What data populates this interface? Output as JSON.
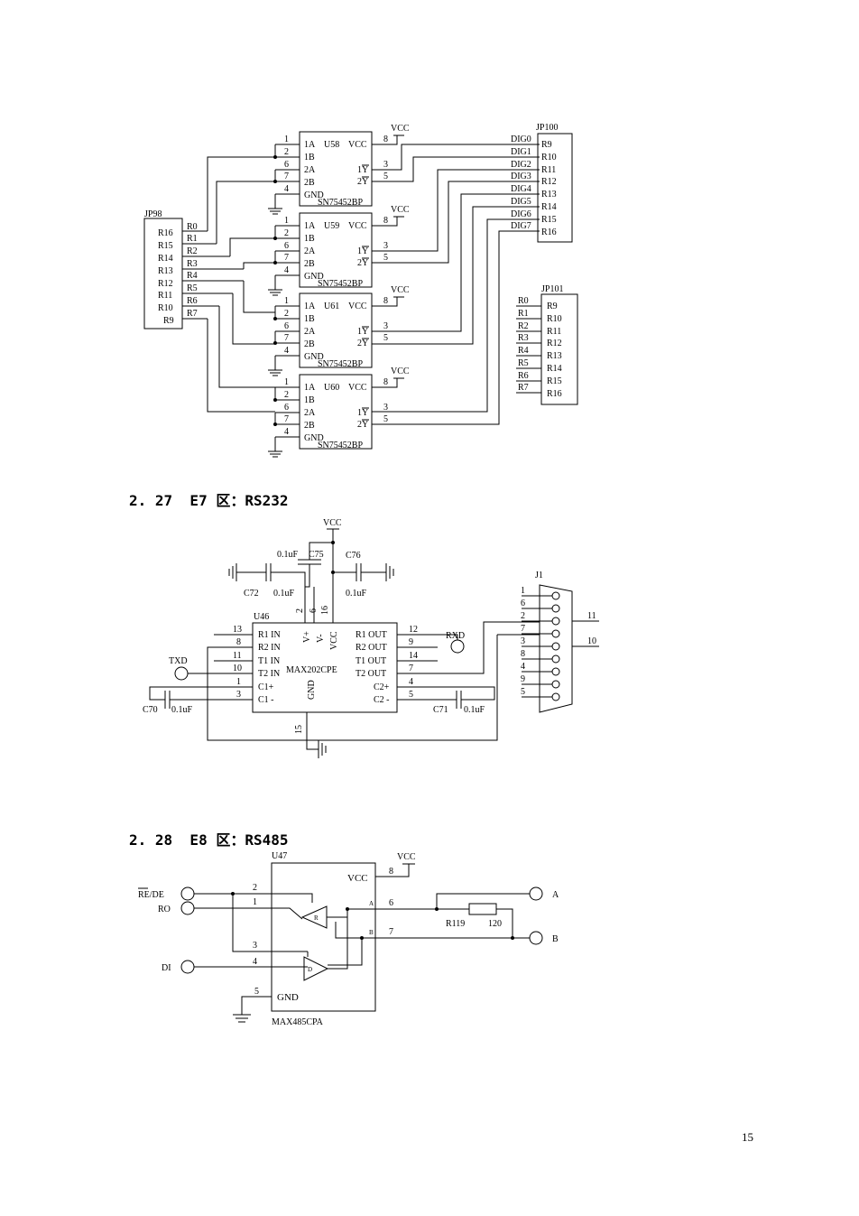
{
  "page_number": "15",
  "headings": {
    "e7": "2. 27  E7 区：RS232",
    "e8": "2. 28  E8 区：RS485"
  },
  "fig1": {
    "vcc": "VCC",
    "gnd": "GND",
    "part_type": "SN75452BP",
    "chips": [
      {
        "ref": "U58"
      },
      {
        "ref": "U59"
      },
      {
        "ref": "U61"
      },
      {
        "ref": "U60"
      }
    ],
    "pin_labels_left": [
      "1A",
      "1B",
      "2A",
      "2B"
    ],
    "pin_labels_right": [
      "1Y",
      "2Y"
    ],
    "pin_numbers": {
      "p1": "1",
      "p2": "2",
      "p6": "6",
      "p7": "7",
      "p4": "4",
      "p8": "8",
      "p3": "3",
      "p5": "5"
    },
    "jp98": {
      "ref": "JP98",
      "pins": [
        "R16",
        "R15",
        "R14",
        "R13",
        "R12",
        "R11",
        "R10",
        "R9"
      ],
      "nets": [
        "R0",
        "R1",
        "R2",
        "R3",
        "R4",
        "R5",
        "R6",
        "R7"
      ]
    },
    "jp100": {
      "ref": "JP100",
      "nets": [
        "DIG0",
        "DIG1",
        "DIG2",
        "DIG3",
        "DIG4",
        "DIG5",
        "DIG6",
        "DIG7"
      ],
      "pins": [
        "R9",
        "R10",
        "R11",
        "R12",
        "R13",
        "R14",
        "R15",
        "R16"
      ]
    },
    "jp101": {
      "ref": "JP101",
      "nets": [
        "R0",
        "R1",
        "R2",
        "R3",
        "R4",
        "R5",
        "R6",
        "R7"
      ],
      "pins": [
        "R9",
        "R10",
        "R11",
        "R12",
        "R13",
        "R14",
        "R15",
        "R16"
      ]
    }
  },
  "fig2": {
    "vcc": "VCC",
    "cap_value": "0.1uF",
    "caps": {
      "c75": "C75",
      "c76": "C76",
      "c72": "C72",
      "c70": "C70",
      "c71": "C71"
    },
    "chip_ref": "U46",
    "chip_part": "MAX202CPE",
    "left_pins": [
      {
        "num": "13",
        "label": "R1 IN"
      },
      {
        "num": "8",
        "label": "R2 IN"
      },
      {
        "num": "11",
        "label": "T1 IN"
      },
      {
        "num": "10",
        "label": "T2 IN"
      },
      {
        "num": "1",
        "label": "C1+"
      },
      {
        "num": "3",
        "label": "C1 -"
      }
    ],
    "right_pins": [
      {
        "num": "12",
        "label": "R1 OUT"
      },
      {
        "num": "9",
        "label": "R2 OUT"
      },
      {
        "num": "14",
        "label": "T1 OUT"
      },
      {
        "num": "7",
        "label": "T2 OUT"
      },
      {
        "num": "4",
        "label": "C2+"
      },
      {
        "num": "5",
        "label": "C2 -"
      }
    ],
    "top_pins": [
      {
        "num": "2",
        "label": "V+"
      },
      {
        "num": "6",
        "label": "V-"
      },
      {
        "num": "16",
        "label": "VCC"
      }
    ],
    "gnd_pin": {
      "num": "15",
      "label": "GND"
    },
    "txd": "TXD",
    "rxd": "RXD",
    "connector": {
      "ref": "J1",
      "pins": [
        "1",
        "6",
        "2",
        "7",
        "3",
        "8",
        "4",
        "9",
        "5"
      ],
      "shell_pins": [
        "11",
        "10"
      ]
    }
  },
  "fig3": {
    "chip_ref": "U47",
    "chip_part": "MAX485CPA",
    "vcc": "VCC",
    "gnd": "GND",
    "inputs": [
      "RE/DE",
      "RO",
      "DI"
    ],
    "outputs": [
      "A",
      "B"
    ],
    "pins": {
      "p8": "8",
      "p2": "2",
      "p1": "1",
      "p3": "3",
      "p4": "4",
      "p5": "5",
      "p6": "6",
      "p7": "7"
    },
    "inner_a": "A",
    "inner_b": "B",
    "receiver": "R",
    "driver": "D",
    "resistor_ref": "R119",
    "resistor_value": "120"
  }
}
